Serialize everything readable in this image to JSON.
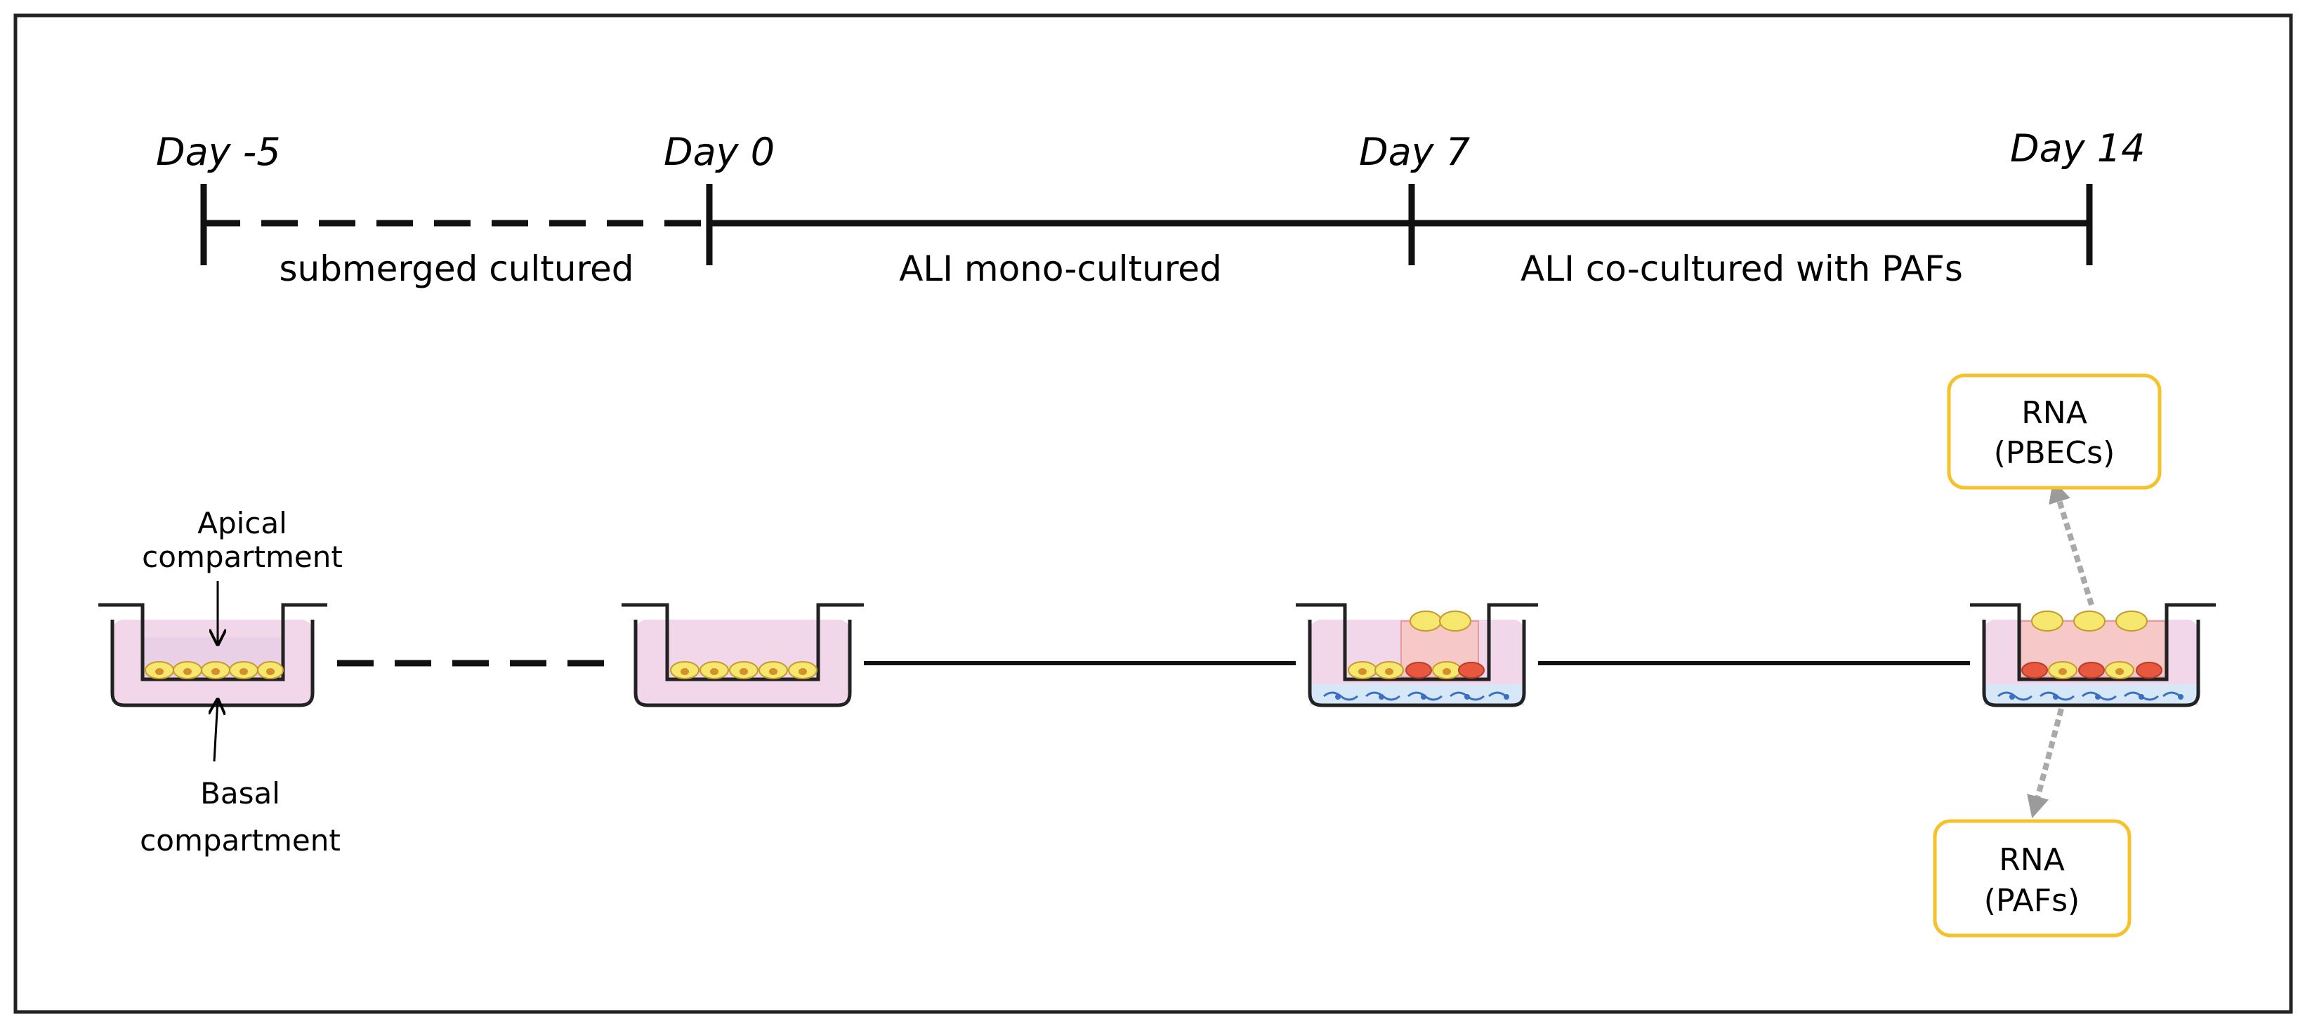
{
  "timeline": {
    "days": [
      "Day -5",
      "Day 0",
      "Day 7",
      "Day 14"
    ],
    "phases": [
      "submerged cultured",
      "ALI mono-cultured",
      "ALI co-cultured with PAFs"
    ]
  },
  "annotations": {
    "apical": [
      "Apical",
      "compartment"
    ],
    "basal": [
      "Basal",
      "compartment"
    ]
  },
  "outputs": {
    "rna_pbecs": [
      "RNA",
      "(PBECs)"
    ],
    "rna_pafs": [
      "RNA",
      "(PAFs)"
    ]
  },
  "colors": {
    "medium": "#f2d7ea",
    "epithelial_cell": "#f6e76e",
    "nucleus": "#d48f2c",
    "fibroblast_layer": "#d6e7f8",
    "fibroblast": "#3a6fc4",
    "differentiated_cell": "#f6c8c8",
    "output_box_border": "#f5c22c",
    "arrow_dotted": "#a9a9a9"
  }
}
